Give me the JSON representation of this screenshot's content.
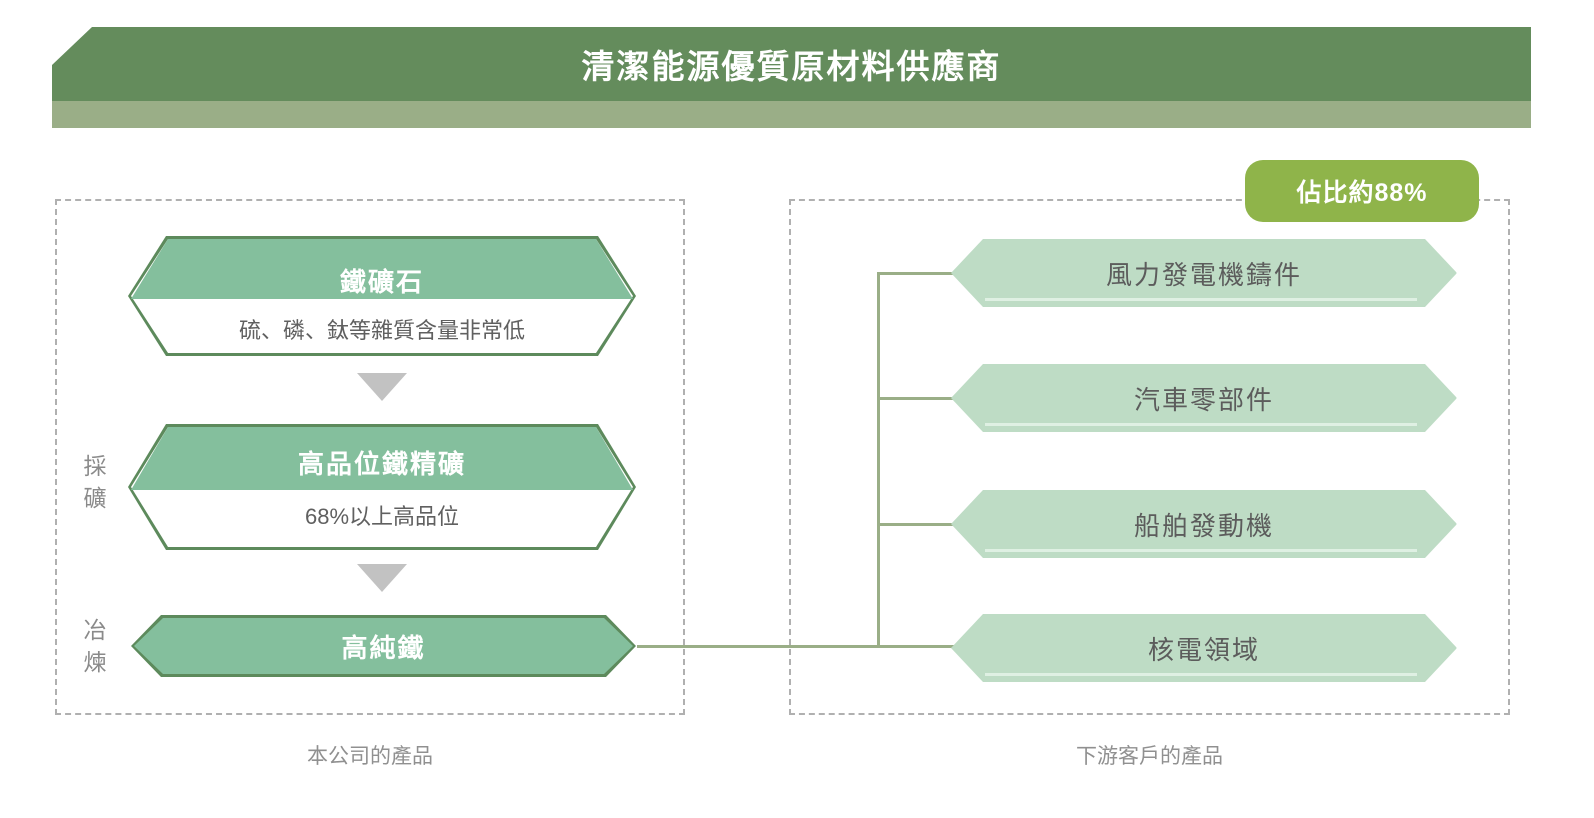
{
  "header": {
    "title": "清潔能源優質原材料供應商",
    "band_color": "#648c5c",
    "band_shadow_color": "#9aae87"
  },
  "badge": {
    "label": "佔比約88%",
    "color": "#8fb44a"
  },
  "left_region": {
    "caption": "本公司的產品",
    "stage_labels": [
      {
        "name": "mining",
        "chars": [
          "採",
          "礦"
        ]
      },
      {
        "name": "smelting",
        "chars": [
          "冶",
          "煉"
        ]
      }
    ],
    "cards": [
      {
        "title": "鐵礦石",
        "subtitle": "硫、磷、鈦等雜質含量非常低"
      },
      {
        "title": "高品位鐵精礦",
        "subtitle": "68%以上高品位"
      }
    ],
    "final_card": {
      "title": "高純鐵"
    },
    "arrow_icon": "triangle-down-icon",
    "fill_color": "#84bf9d",
    "outline_color": "#5d8a5c"
  },
  "right_region": {
    "caption": "下游客戶的產品",
    "items": [
      {
        "label": "風力發電機鑄件"
      },
      {
        "label": "汽車零部件"
      },
      {
        "label": "船舶發動機"
      },
      {
        "label": "核電領域"
      }
    ],
    "fill_color": "#bedcc5",
    "connector_color": "#9aae87"
  }
}
